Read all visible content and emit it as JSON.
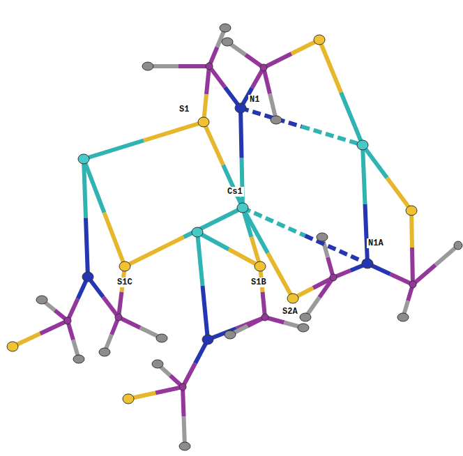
{
  "diagram": {
    "labels": [
      "N1",
      "S1",
      "Cs1",
      "N1A",
      "S1C",
      "S1B",
      "S2A"
    ]
  }
}
